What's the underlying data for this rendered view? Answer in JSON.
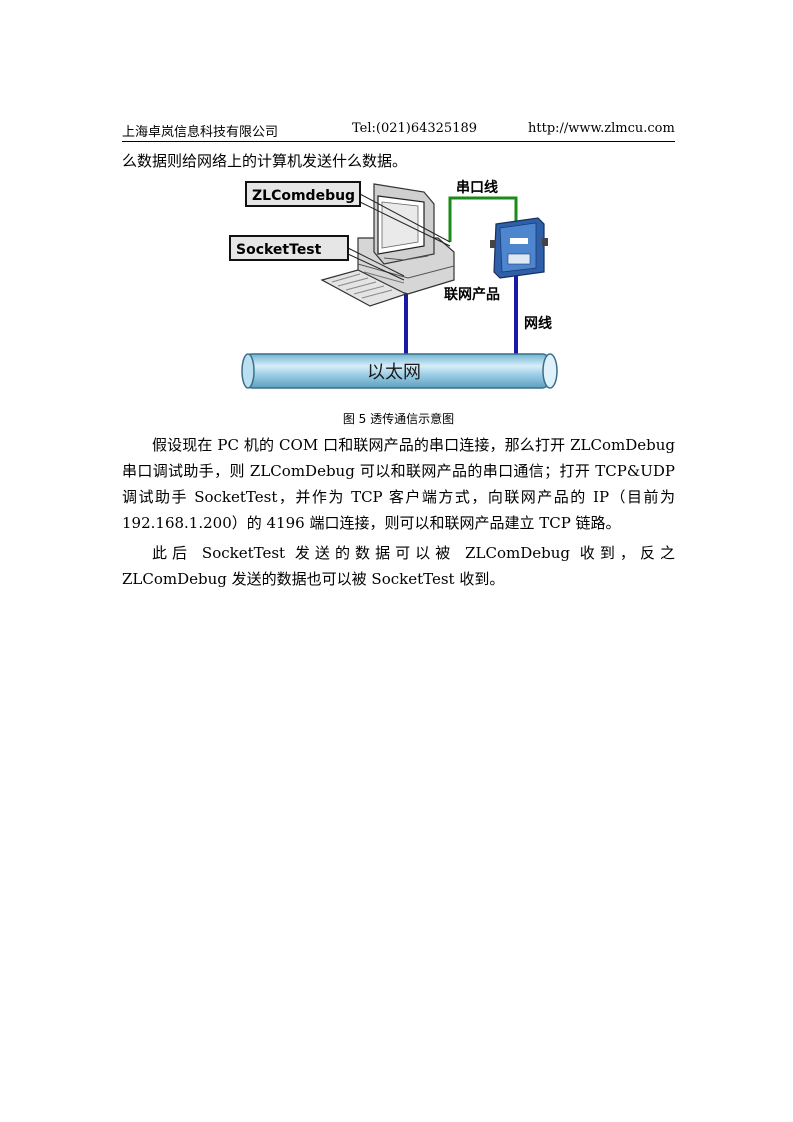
{
  "header": {
    "company": "上海卓岚信息科技有限公司",
    "tel": "Tel:(021)64325189",
    "url": "http://www.zlmcu.com"
  },
  "intro_line": "么数据则给网络上的计算机发送什么数据。",
  "figure": {
    "label_zlcomdebug": "ZLComdebug",
    "label_sockettest": "SocketTest",
    "label_serial_cable": "串口线",
    "label_network_product": "联网产品",
    "label_network_cable": "网线",
    "label_ethernet": "以太网",
    "colors": {
      "serial_line": "#1a8a1a",
      "network_line": "#1a1aa8",
      "pipe_fill": "#9ecfe6",
      "pipe_highlight": "#d8eef8"
    }
  },
  "caption": "图 5 透传通信示意图",
  "paragraphs": [
    "假设现在 PC 机的 COM 口和联网产品的串口连接，那么打开 ZLComDebug 串口调试助手，则 ZLComDebug 可以和联网产品的串口通信；打开 TCP&UDP 调试助手 SocketTest，并作为 TCP 客户端方式，向联网产品的 IP（目前为 192.168.1.200）的 4196 端口连接，则可以和联网产品建立 TCP 链路。",
    "此后 SocketTest 发送的数据可以被 ZLComDebug 收到，反之 ZLComDebug 发送的数据也可以被 SocketTest 收到。"
  ]
}
